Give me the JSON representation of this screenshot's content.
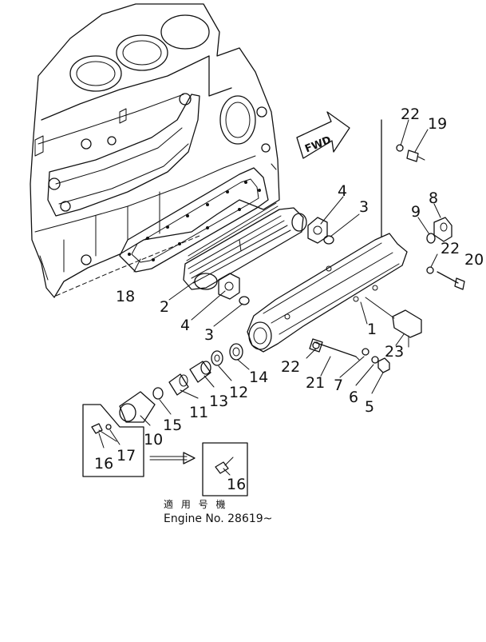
{
  "fwd_label": "FWD",
  "part_numbers": [
    {
      "id": "p22a",
      "label": "22"
    },
    {
      "id": "p19",
      "label": "19"
    },
    {
      "id": "p8",
      "label": "8"
    },
    {
      "id": "p9",
      "label": "9"
    },
    {
      "id": "p22b",
      "label": "22"
    },
    {
      "id": "p20",
      "label": "20"
    },
    {
      "id": "p4a",
      "label": "4"
    },
    {
      "id": "p3a",
      "label": "3"
    },
    {
      "id": "p18",
      "label": "18"
    },
    {
      "id": "p2",
      "label": "2"
    },
    {
      "id": "p4b",
      "label": "4"
    },
    {
      "id": "p3b",
      "label": "3"
    },
    {
      "id": "p1",
      "label": "1"
    },
    {
      "id": "p23",
      "label": "23"
    },
    {
      "id": "p22c",
      "label": "22"
    },
    {
      "id": "p21",
      "label": "21"
    },
    {
      "id": "p7",
      "label": "7"
    },
    {
      "id": "p6",
      "label": "6"
    },
    {
      "id": "p5",
      "label": "5"
    },
    {
      "id": "p14",
      "label": "14"
    },
    {
      "id": "p12",
      "label": "12"
    },
    {
      "id": "p13",
      "label": "13"
    },
    {
      "id": "p11",
      "label": "11"
    },
    {
      "id": "p15",
      "label": "15"
    },
    {
      "id": "p10",
      "label": "10"
    },
    {
      "id": "p16a",
      "label": "16"
    },
    {
      "id": "p17",
      "label": "17"
    },
    {
      "id": "p16b",
      "label": "16"
    }
  ],
  "caption": {
    "japanese": "適 用 号 機",
    "engine_no": "Engine No. 28619~"
  }
}
